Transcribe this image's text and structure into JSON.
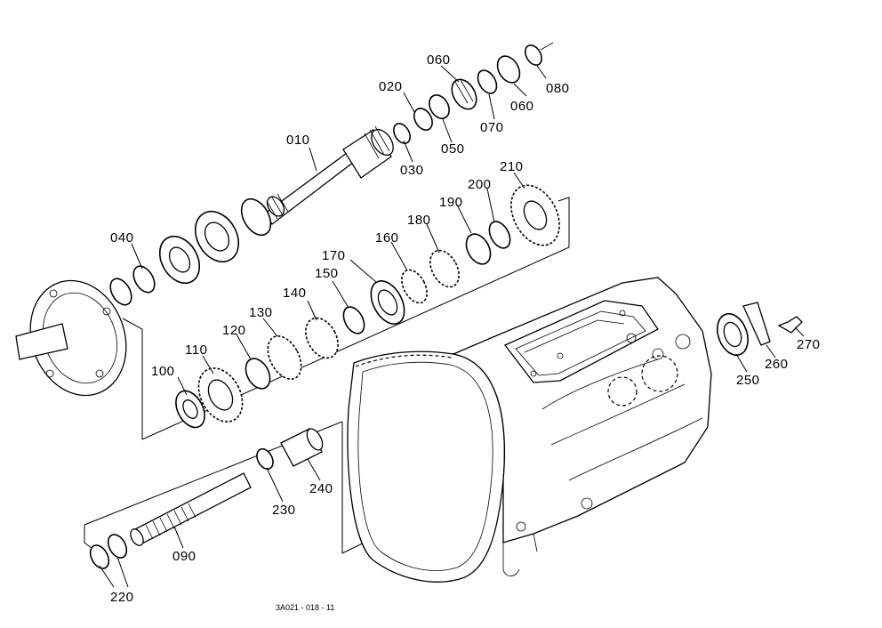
{
  "labels": {
    "p010": "010",
    "p020": "020",
    "p030": "030",
    "p040": "040",
    "p050": "050",
    "p060a": "060",
    "p060b": "060",
    "p070": "070",
    "p080": "080",
    "p090": "090",
    "p100": "100",
    "p110": "110",
    "p120": "120",
    "p130": "130",
    "p140": "140",
    "p150": "150",
    "p160": "160",
    "p170": "170",
    "p180": "180",
    "p190": "190",
    "p200": "200",
    "p210": "210",
    "p220": "220",
    "p230": "230",
    "p240": "240",
    "p250": "250",
    "p260": "260",
    "p270": "270"
  },
  "reference_code": "3A021 - 018 - 11"
}
